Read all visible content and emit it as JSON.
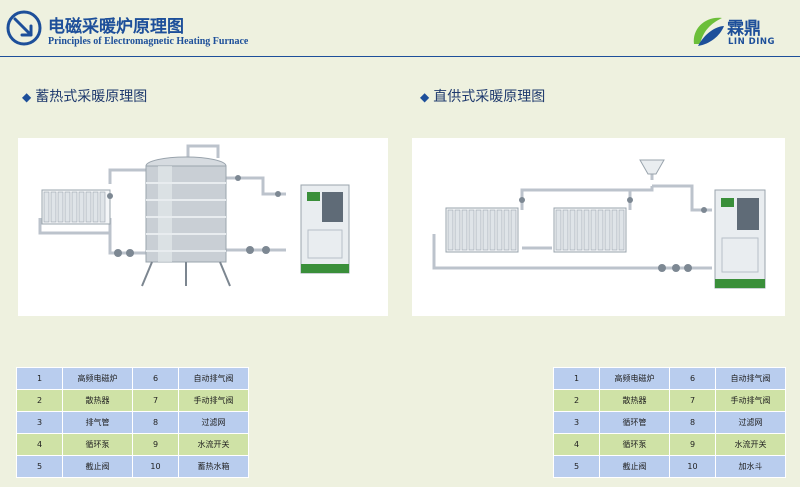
{
  "header": {
    "title_cn": "电磁采暖炉原理图",
    "title_en": "Principles of Electromagnetic Heating Furnace",
    "brand_cn": "霖鼎",
    "brand_en": "LIN DING"
  },
  "sections": {
    "left_title": "蓄热式采暖原理图",
    "right_title": "直供式采暖原理图"
  },
  "legend_left": [
    {
      "n1": "1",
      "t1": "高频电磁炉",
      "n2": "6",
      "t2": "自动排气阀"
    },
    {
      "n1": "2",
      "t1": "散热器",
      "n2": "7",
      "t2": "手动排气阀"
    },
    {
      "n1": "3",
      "t1": "排气管",
      "n2": "8",
      "t2": "过滤网"
    },
    {
      "n1": "4",
      "t1": "循环泵",
      "n2": "9",
      "t2": "水流开关"
    },
    {
      "n1": "5",
      "t1": "截止阀",
      "n2": "10",
      "t2": "蓄热水箱"
    }
  ],
  "legend_right": [
    {
      "n1": "1",
      "t1": "高频电磁炉",
      "n2": "6",
      "t2": "自动排气阀"
    },
    {
      "n1": "2",
      "t1": "散热器",
      "n2": "7",
      "t2": "手动排气阀"
    },
    {
      "n1": "3",
      "t1": "循环管",
      "n2": "8",
      "t2": "过滤网"
    },
    {
      "n1": "4",
      "t1": "循环泵",
      "n2": "9",
      "t2": "水流开关"
    },
    {
      "n1": "5",
      "t1": "截止阀",
      "n2": "10",
      "t2": "加水斗"
    }
  ],
  "colors": {
    "brand_blue": "#1d4f9a",
    "background": "#eef1df",
    "legend_blue": "#b9cdee",
    "legend_green": "#cfe2a6",
    "furnace_panel": "#3a8f3a"
  },
  "icons": {
    "header": "arrow-circle-icon",
    "brand": "brand-logo-icon",
    "section": "diamond-icon"
  }
}
